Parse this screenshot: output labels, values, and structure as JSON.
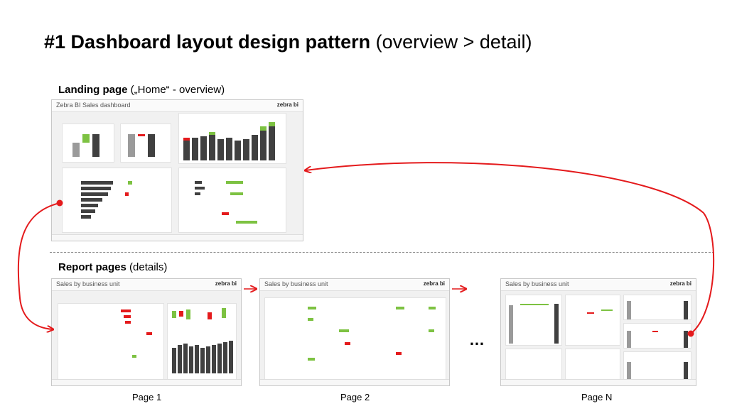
{
  "title": {
    "bold": "#1 Dashboard layout design pattern",
    "rest": "(overview > detail)"
  },
  "landing": {
    "label_bold": "Landing page",
    "label_rest": "(„Home“ - overview)",
    "dashboard_title": "Zebra BI Sales dashboard",
    "logo": "zebra bi"
  },
  "reports": {
    "label_bold": "Report pages",
    "label_rest": "(details)"
  },
  "pages": [
    {
      "caption": "Page 1",
      "title": "Sales by business unit",
      "logo": "zebra bi"
    },
    {
      "caption": "Page 2",
      "title": "Sales by business unit",
      "logo": "zebra bi"
    },
    {
      "caption": "Page N",
      "title": "Sales by business unit",
      "logo": "zebra bi"
    }
  ],
  "ellipsis": "…",
  "colors": {
    "arrow": "#e41a1c",
    "positive": "#7dc242",
    "negative": "#e41a1c",
    "actual": "#404040"
  }
}
